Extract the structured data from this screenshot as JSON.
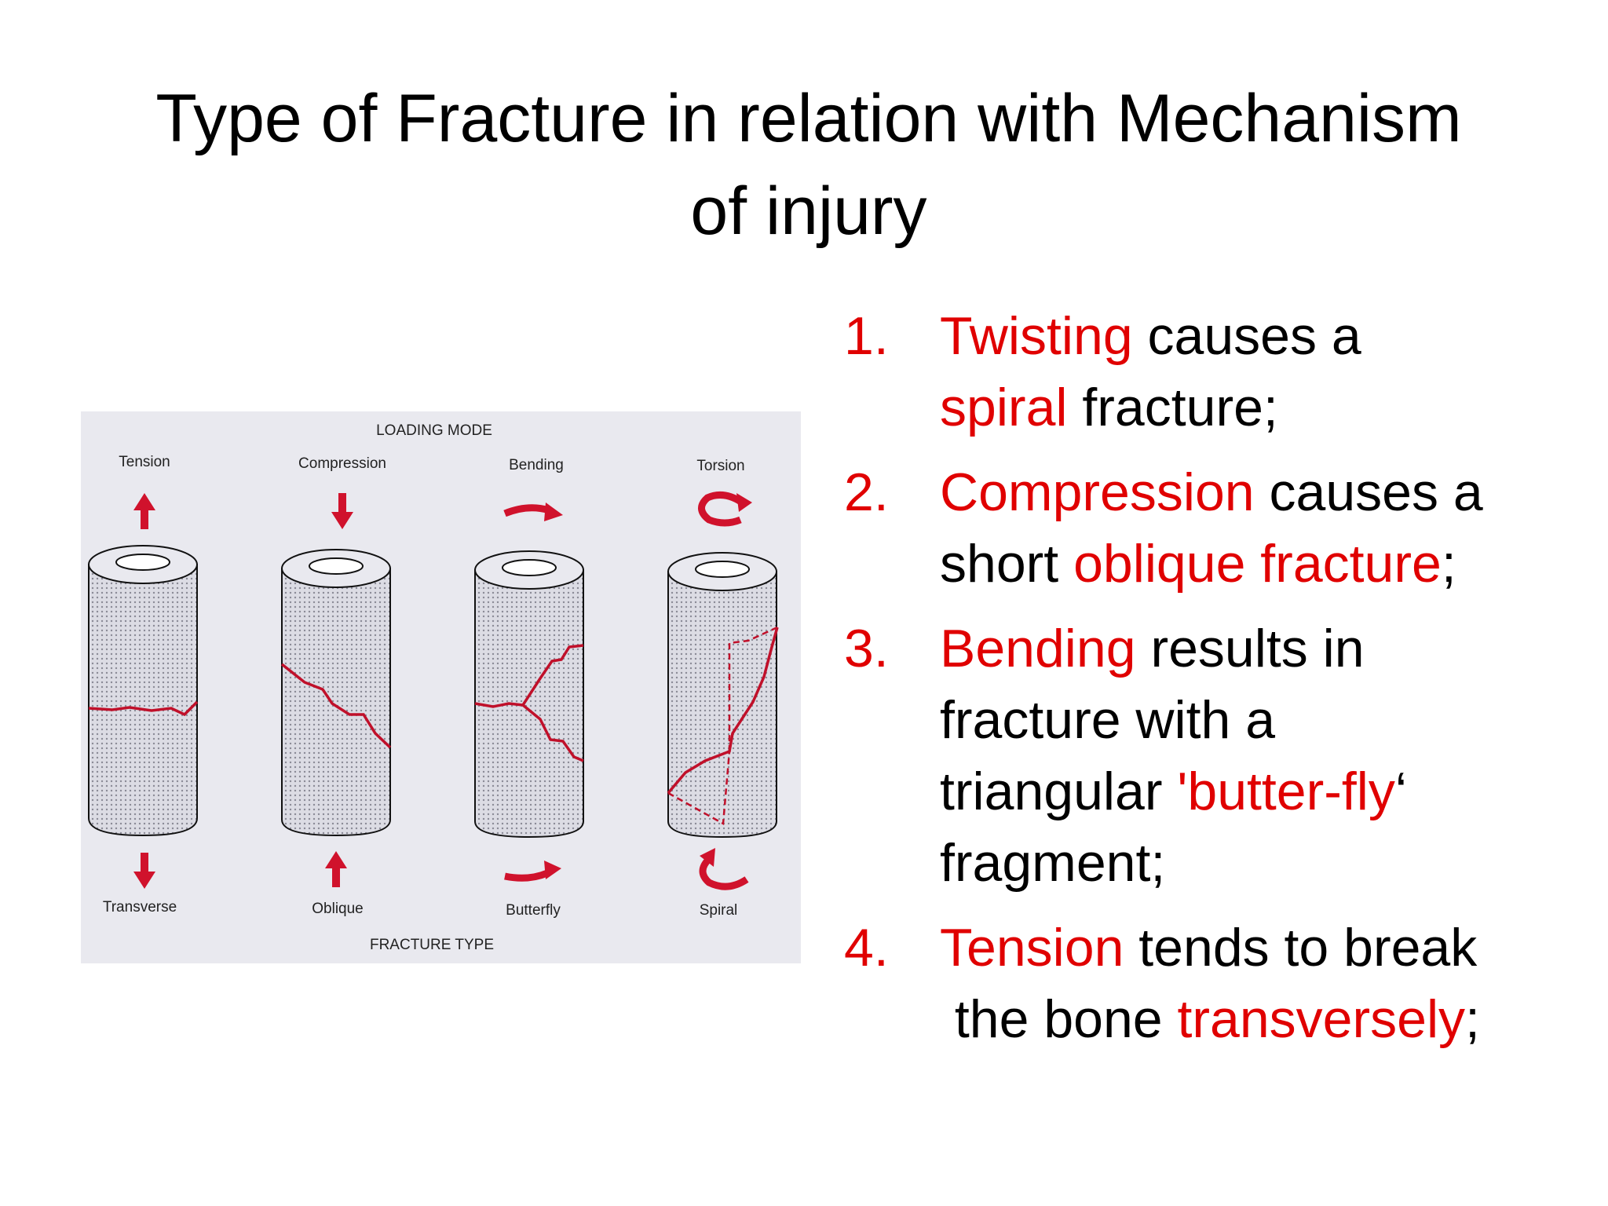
{
  "slide": {
    "title_line1": "Type of Fracture in relation with Mechanism",
    "title_line2": "of injury"
  },
  "figure": {
    "loading_mode": "LOADING MODE",
    "fracture_type": "FRACTURE TYPE",
    "loading": [
      "Tension",
      "Compression",
      "Bending",
      "Torsion"
    ],
    "fractures": [
      "Transverse",
      "Oblique",
      "Butterfly",
      "Spiral"
    ],
    "colors": {
      "crack": "#c0102a",
      "arrow": "#d0122c",
      "background": "#e9e9ef"
    }
  },
  "list": {
    "items": [
      {
        "number": "1.",
        "parts": [
          "Twisting",
          " causes  a",
          "spiral",
          " fracture;"
        ]
      },
      {
        "number": "2.",
        "parts": [
          "Compression",
          " causes a",
          "short ",
          "oblique fracture",
          ";"
        ]
      },
      {
        "number": "3.",
        "parts": [
          "Bending",
          " results  in",
          "fracture with a",
          "triangular ",
          "'butter-fly",
          "‘",
          "fragment;"
        ]
      },
      {
        "number": "4.",
        "parts": [
          "Tension",
          "  tends to break",
          " the bone ",
          "transversely",
          ";"
        ]
      }
    ],
    "colors": {
      "accent": "#e00000",
      "text": "#000000"
    }
  }
}
